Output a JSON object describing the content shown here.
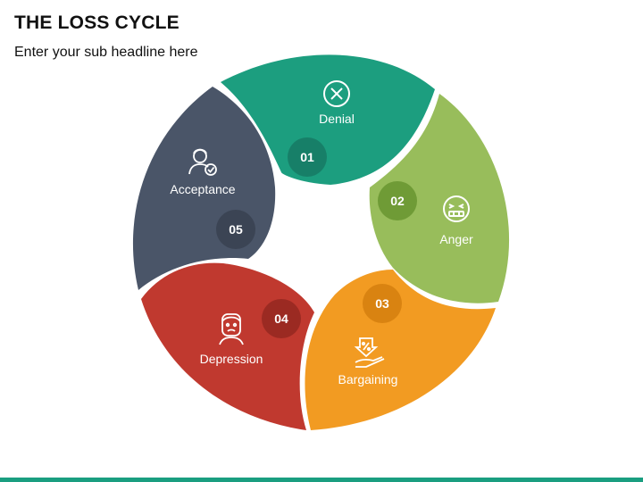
{
  "header": {
    "title": "THE LOSS CYCLE",
    "subtitle": "Enter your sub headline here"
  },
  "segments": [
    {
      "number": "01",
      "label": "Denial",
      "color": "#1c9e7f",
      "badge_color": "#177f68",
      "icon": "x-circle-icon"
    },
    {
      "number": "02",
      "label": "Anger",
      "color": "#98bd5b",
      "badge_color": "#6f9b36",
      "icon": "angry-face-icon"
    },
    {
      "number": "03",
      "label": "Bargaining",
      "color": "#f29b22",
      "badge_color": "#d98311",
      "icon": "hand-discount-icon"
    },
    {
      "number": "04",
      "label": "Depression",
      "color": "#c0392f",
      "badge_color": "#9b2a22",
      "icon": "sad-person-icon"
    },
    {
      "number": "05",
      "label": "Acceptance",
      "color": "#4a5568",
      "badge_color": "#3b4454",
      "icon": "person-check-icon"
    }
  ],
  "footer": {
    "bar_color": "#1a9e80"
  }
}
